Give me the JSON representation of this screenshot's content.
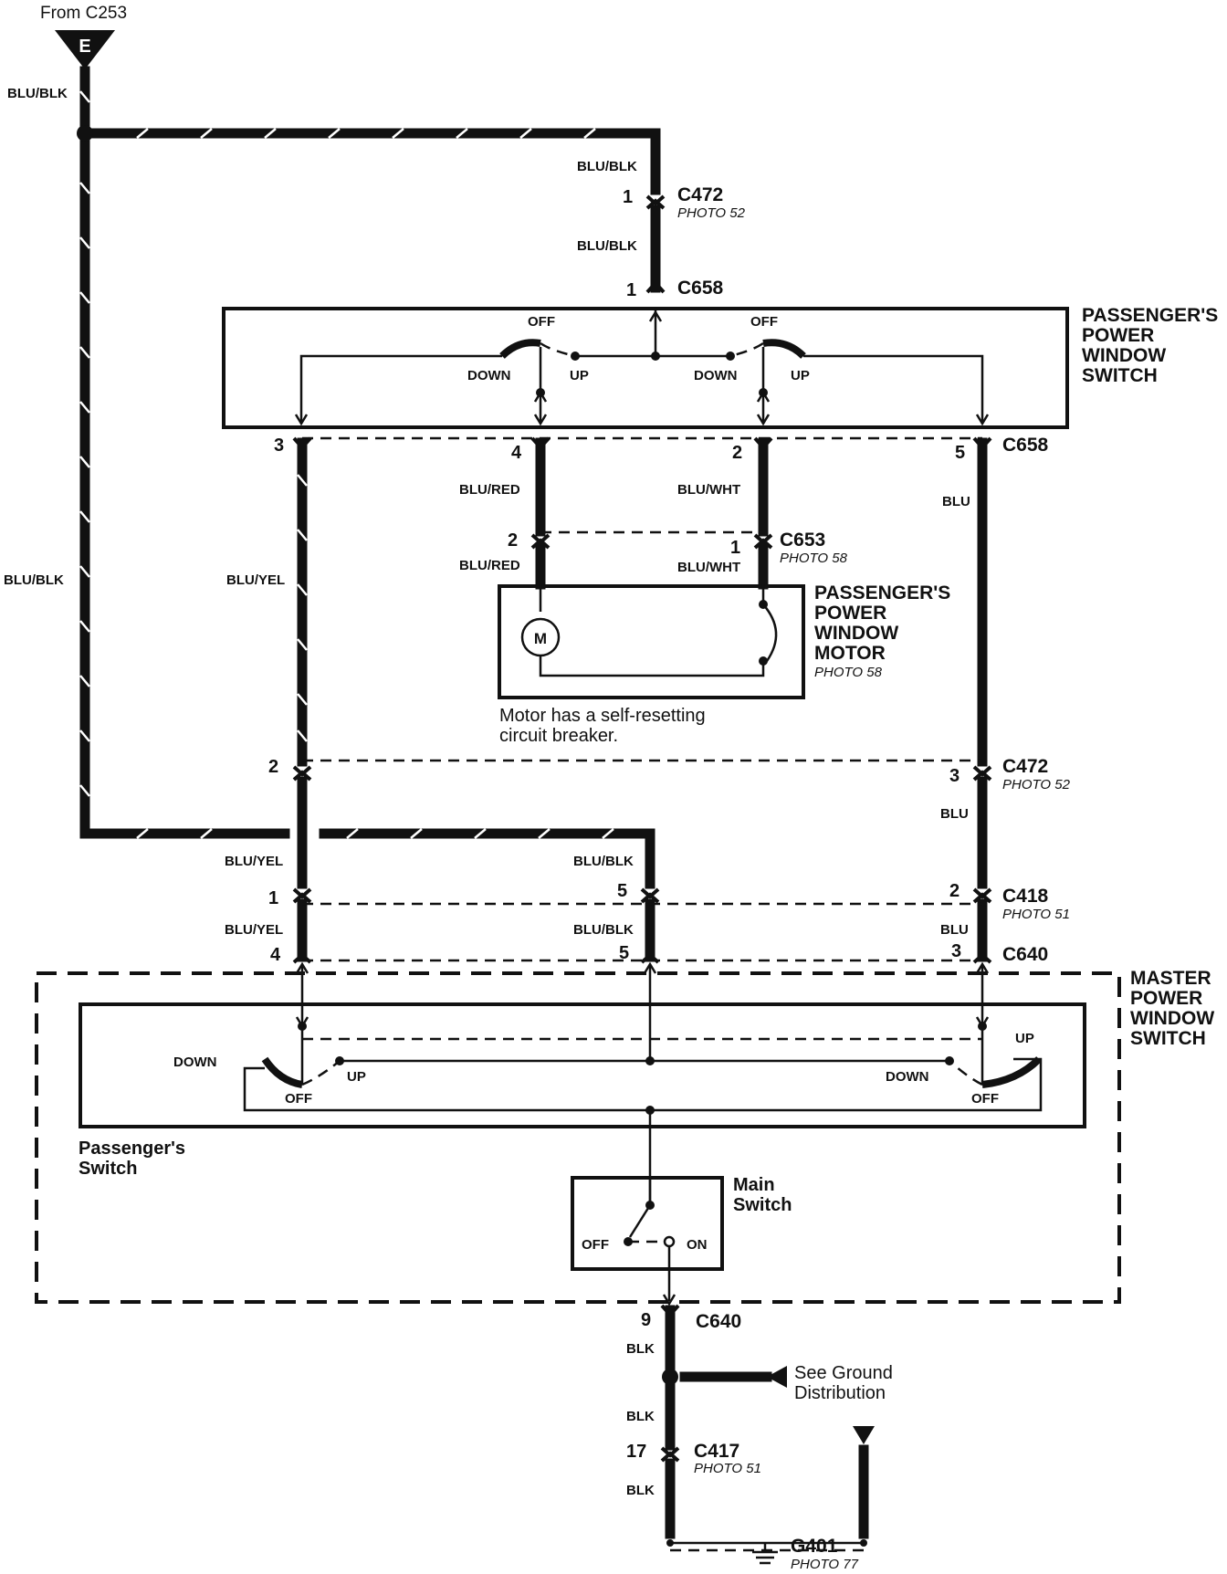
{
  "source": {
    "label": "From C253",
    "letter": "E"
  },
  "wires": {
    "blu_blk": "BLU/BLK",
    "blu_red": "BLU/RED",
    "blu_wht": "BLU/WHT",
    "blu_yel": "BLU/YEL",
    "blu": "BLU",
    "blk": "BLK"
  },
  "connectors": {
    "c472": "C472",
    "c658": "C658",
    "c653": "C653",
    "c418": "C418",
    "c640": "C640",
    "c417": "C417",
    "g401": "G401"
  },
  "photos": {
    "p52": "PHOTO 52",
    "p58": "PHOTO 58",
    "p51": "PHOTO 51",
    "p77": "PHOTO 77"
  },
  "pins": {
    "c472_top": "1",
    "c658_top": "1",
    "c658_3": "3",
    "c658_4": "4",
    "c658_2": "2",
    "c658_5": "5",
    "c653_2": "2",
    "c653_1": "1",
    "c472_2": "2",
    "c472_3": "3",
    "c418_1": "1",
    "c418_5": "5",
    "c418_2": "2",
    "c640_4": "4",
    "c640_5": "5",
    "c640_3": "3",
    "c640_9": "9",
    "c417_17": "17"
  },
  "components": {
    "pass_switch": [
      "PASSENGER'S",
      "POWER",
      "WINDOW",
      "SWITCH"
    ],
    "pass_motor": [
      "PASSENGER'S",
      "POWER",
      "WINDOW",
      "MOTOR"
    ],
    "master_switch": [
      "MASTER",
      "POWER",
      "WINDOW",
      "SWITCH"
    ],
    "passengers_switch": [
      "Passenger's",
      "Switch"
    ],
    "main_switch": [
      "Main",
      "Switch"
    ],
    "motor_letter": "M"
  },
  "switch_labels": {
    "off": "OFF",
    "on": "ON",
    "up": "UP",
    "down": "DOWN"
  },
  "notes": {
    "breaker": [
      "Motor has a self-resetting",
      "circuit breaker."
    ],
    "ground_dist": [
      "See Ground",
      "Distribution"
    ]
  }
}
